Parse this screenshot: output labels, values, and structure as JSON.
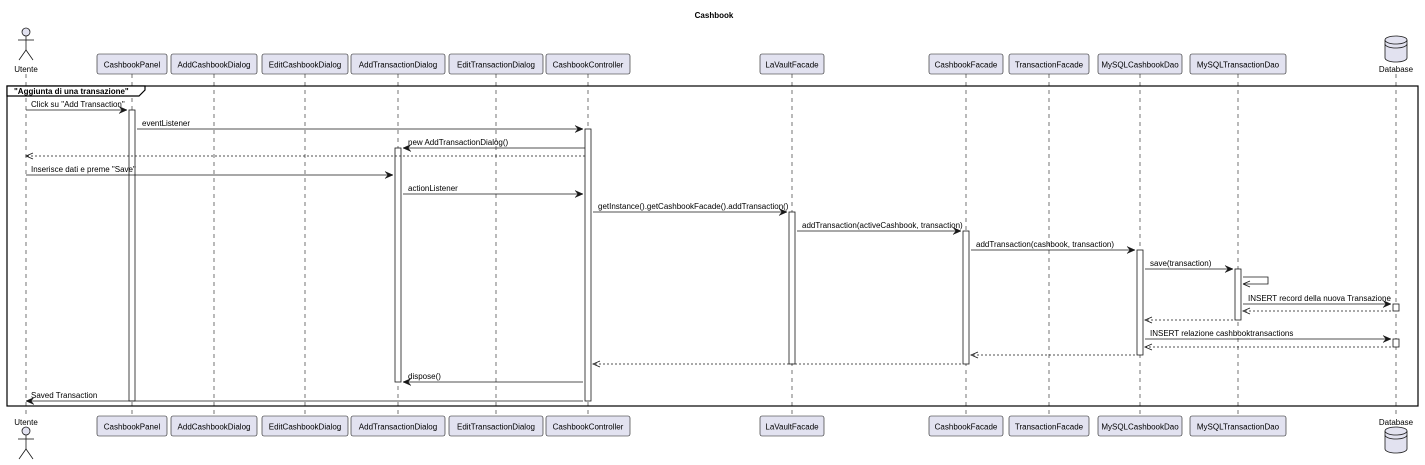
{
  "title": "Cashbook",
  "colors": {
    "participant_fill": "#E2E2F0",
    "participant_stroke": "#181818",
    "actor_fill": "#E2E2F0",
    "lifeline": "#181818",
    "activation_fill": "#FFFFFF",
    "frame_stroke": "#000000"
  },
  "participants": [
    {
      "id": "utente",
      "label": "Utente",
      "kind": "actor",
      "icon": "actor-icon"
    },
    {
      "id": "cashbook-panel",
      "label": "CashbookPanel",
      "kind": "participant"
    },
    {
      "id": "add-cashbook-dialog",
      "label": "AddCashbookDialog",
      "kind": "participant"
    },
    {
      "id": "edit-cashbook-dialog",
      "label": "EditCashbookDialog",
      "kind": "participant"
    },
    {
      "id": "add-transaction-dialog",
      "label": "AddTransactionDialog",
      "kind": "participant"
    },
    {
      "id": "edit-transaction-dialog",
      "label": "EditTransactionDialog",
      "kind": "participant"
    },
    {
      "id": "cashbook-controller",
      "label": "CashbookController",
      "kind": "participant"
    },
    {
      "id": "lavault-facade",
      "label": "LaVaultFacade",
      "kind": "participant"
    },
    {
      "id": "cashbook-facade",
      "label": "CashbookFacade",
      "kind": "participant"
    },
    {
      "id": "transaction-facade",
      "label": "TransactionFacade",
      "kind": "participant"
    },
    {
      "id": "mysql-cashbook-dao",
      "label": "MySQLCashbookDao",
      "kind": "participant"
    },
    {
      "id": "mysql-transaction-dao",
      "label": "MySQLTransactionDao",
      "kind": "participant"
    },
    {
      "id": "database",
      "label": "Database",
      "kind": "database",
      "icon": "database-icon"
    }
  ],
  "frame": {
    "label": "\"Aggiunta di una transazione\""
  },
  "messages": [
    {
      "from": "utente",
      "to": "cashbook-panel",
      "label": "Click su \"Add Transaction\"",
      "type": "sync"
    },
    {
      "from": "cashbook-panel",
      "to": "cashbook-controller",
      "label": "eventListener",
      "type": "sync"
    },
    {
      "from": "cashbook-controller",
      "to": "add-transaction-dialog",
      "label": "new AddTransactionDialog()",
      "type": "sync"
    },
    {
      "from": "add-transaction-dialog",
      "to": "utente",
      "label": "",
      "type": "return"
    },
    {
      "from": "utente",
      "to": "add-transaction-dialog",
      "label": "Inserisce dati e preme \"Save\"",
      "type": "sync"
    },
    {
      "from": "add-transaction-dialog",
      "to": "cashbook-controller",
      "label": "actionListener",
      "type": "sync"
    },
    {
      "from": "cashbook-controller",
      "to": "lavault-facade",
      "label": "getInstance().getCashbookFacade().addTransaction()",
      "type": "sync"
    },
    {
      "from": "lavault-facade",
      "to": "cashbook-facade",
      "label": "addTransaction(activeCashbook, transaction)",
      "type": "sync"
    },
    {
      "from": "cashbook-facade",
      "to": "mysql-cashbook-dao",
      "label": "addTransaction(cashbook, transaction)",
      "type": "sync"
    },
    {
      "from": "mysql-cashbook-dao",
      "to": "mysql-transaction-dao",
      "label": "save(transaction)",
      "type": "sync"
    },
    {
      "from": "mysql-transaction-dao",
      "to": "mysql-transaction-dao",
      "label": "",
      "type": "self"
    },
    {
      "from": "mysql-transaction-dao",
      "to": "database",
      "label": "INSERT record della nuova Transazione",
      "type": "sync"
    },
    {
      "from": "database",
      "to": "mysql-transaction-dao",
      "label": "",
      "type": "return"
    },
    {
      "from": "mysql-transaction-dao",
      "to": "mysql-cashbook-dao",
      "label": "",
      "type": "return"
    },
    {
      "from": "mysql-cashbook-dao",
      "to": "database",
      "label": "INSERT relazione cashbooktransactions",
      "type": "sync"
    },
    {
      "from": "database",
      "to": "mysql-cashbook-dao",
      "label": "",
      "type": "return"
    },
    {
      "from": "mysql-cashbook-dao",
      "to": "cashbook-facade",
      "label": "",
      "type": "return"
    },
    {
      "from": "cashbook-facade",
      "to": "cashbook-controller",
      "label": "",
      "type": "return"
    },
    {
      "from": "cashbook-controller",
      "to": "add-transaction-dialog",
      "label": "dispose()",
      "type": "sync"
    },
    {
      "from": "cashbook-controller",
      "to": "utente",
      "label": "Saved Transaction",
      "type": "sync"
    }
  ]
}
